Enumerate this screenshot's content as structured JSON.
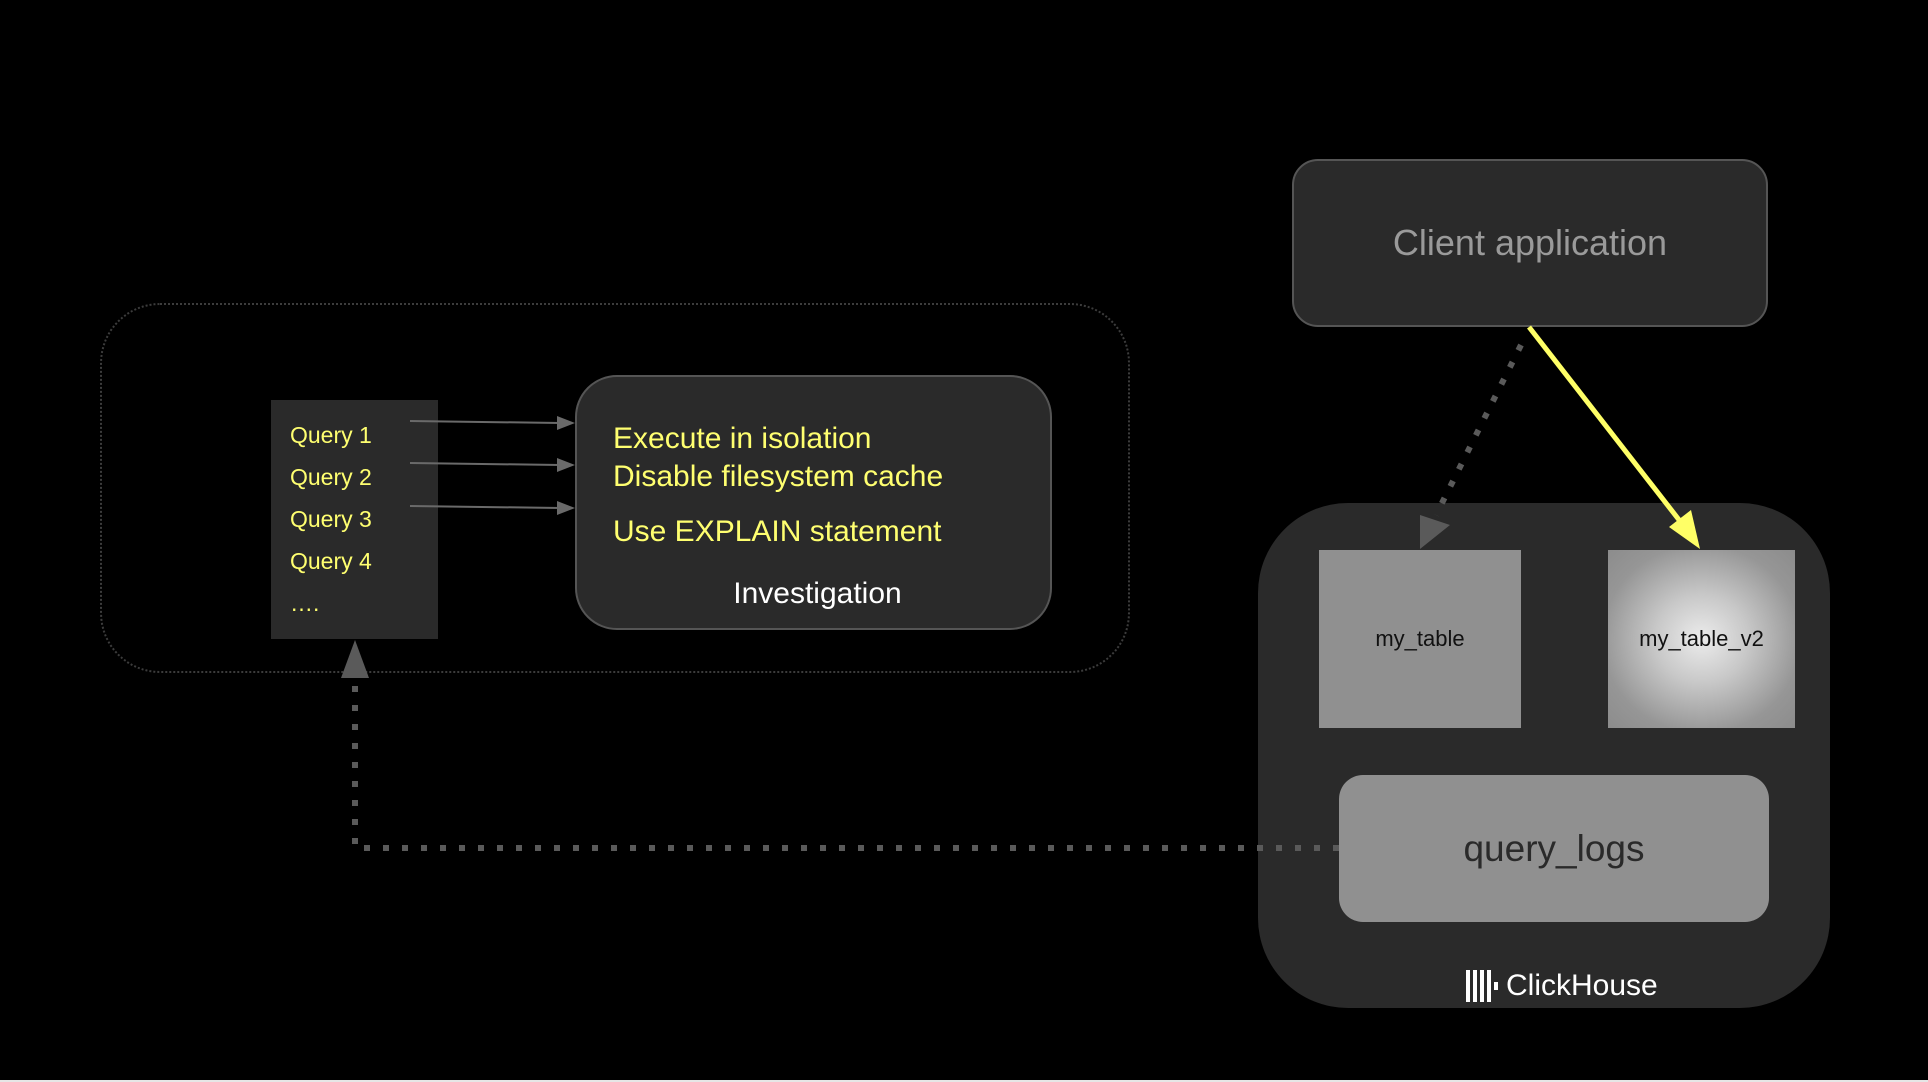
{
  "queries": [
    "Query 1",
    "Query 2",
    "Query 3",
    "Query 4",
    "…."
  ],
  "investigation": {
    "steps": [
      "Execute in isolation",
      "Disable filesystem cache",
      "Use EXPLAIN statement"
    ],
    "title": "Investigation"
  },
  "client": {
    "label": "Client application"
  },
  "clickhouse": {
    "tables": [
      "my_table",
      "my_table_v2"
    ],
    "logs": "query_logs",
    "brand": "ClickHouse"
  },
  "colors": {
    "background": "#000000",
    "panel": "#2a2a2a",
    "accent_text": "#ffff70",
    "active_arrow": "#ffff66",
    "inactive_arrow": "#5a5a5a"
  }
}
